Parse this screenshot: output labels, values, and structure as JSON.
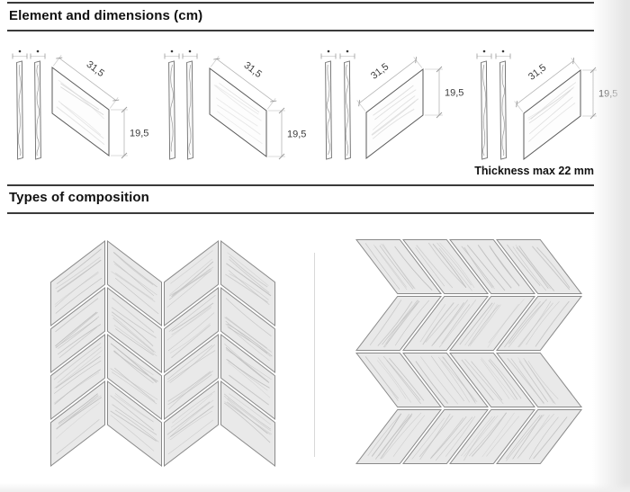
{
  "sections": {
    "elements": {
      "title": "Element and dimensions (cm)",
      "thickness_note": "Thickness max 22 mm"
    },
    "composition": {
      "title": "Types of composition"
    }
  },
  "dimension_labels": {
    "slant_length": "31,5",
    "height": "19,5"
  },
  "elements": [
    {
      "variant": 1,
      "slant": "falling"
    },
    {
      "variant": 2,
      "slant": "falling"
    },
    {
      "variant": 3,
      "slant": "rising"
    },
    {
      "variant": 4,
      "slant": "rising"
    }
  ],
  "compositions": [
    {
      "name": "chevron-vertical",
      "rows": 4,
      "columns": 4,
      "orientation": "vertical"
    },
    {
      "name": "chevron-horizontal",
      "rows": 4,
      "columns": 4,
      "orientation": "horizontal"
    }
  ],
  "colors": {
    "background": "#ffffff",
    "rule": "#3a3a3a",
    "heading_text": "#111111",
    "tile_fill": "#e9e9e9",
    "tile_stroke": "#8a8a8a",
    "tile_texture": "#bdbdbd",
    "element_fill": "#fdfdfd",
    "element_stroke": "#5a5a5a",
    "element_texture": "#d6d6d6",
    "profile_fill": "#fbfbfb",
    "profile_stroke": "#6e6e6e",
    "profile_wave": "#9b9b9b",
    "dim_line": "#b5b5b5",
    "dim_ext": "#cfcfcf",
    "dim_tick": "#9a9a9a",
    "dim_text": "#3c3c3c",
    "marker_dot": "#3a3a3a",
    "divider": "#d8d8d8",
    "edge_shadow": "#e5e5e5"
  }
}
